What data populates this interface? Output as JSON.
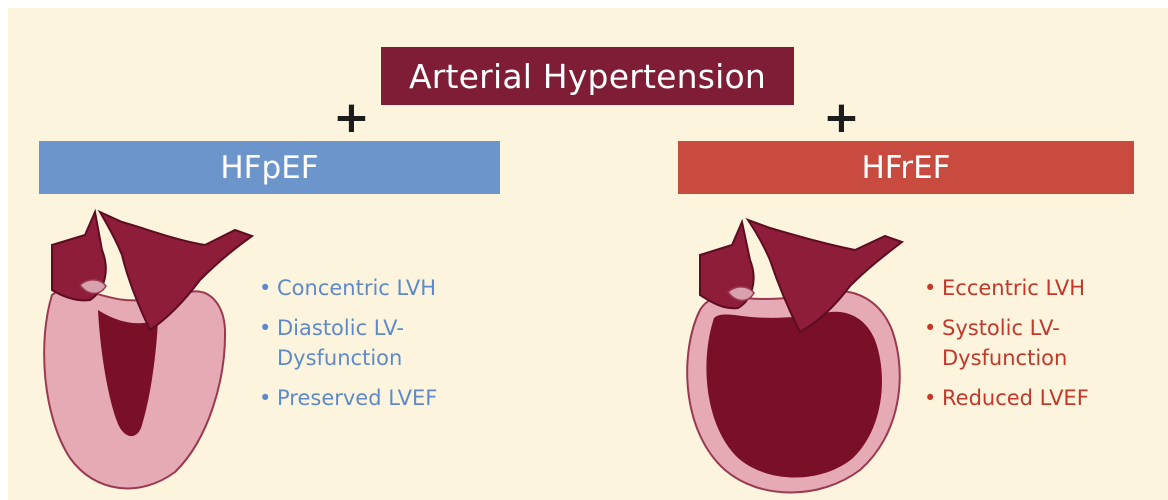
{
  "title": "Arterial Hypertension",
  "plus_left": "+",
  "plus_right": "+",
  "hfpef": {
    "label": "HFpEF",
    "color": "#6c95cc",
    "bullets": [
      "Concentric LVH",
      "Diastolic LV-Dysfunction",
      "Preserved LVEF"
    ]
  },
  "hfref": {
    "label": "HFrEF",
    "color": "#c94a3f",
    "bullets": [
      "Eccentric LVH",
      "Systolic LV-Dysfunction",
      "Reduced LVEF"
    ]
  },
  "colors": {
    "background": "#fcf4dc",
    "title_fill": "#7e1d35",
    "heart_wall": "#e6aab4",
    "heart_chamber": "#7a0f28",
    "heart_vessel": "#8e1d3a"
  }
}
